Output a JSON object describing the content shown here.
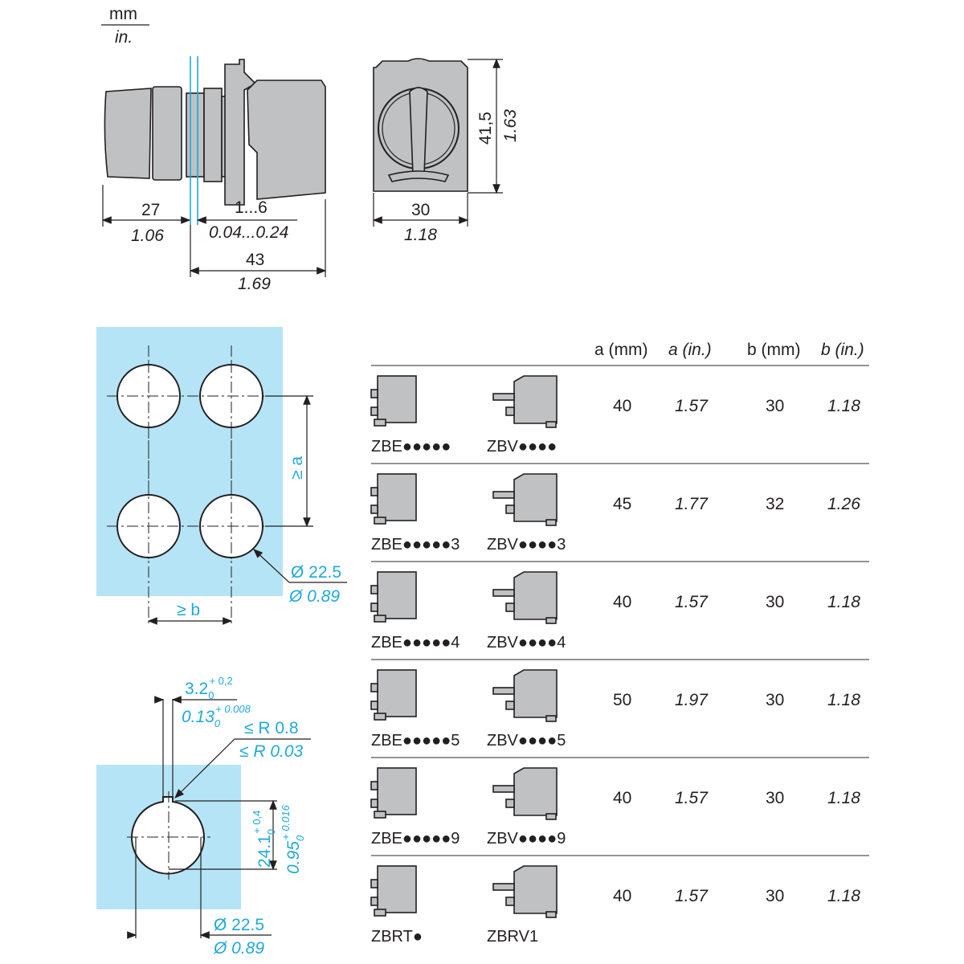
{
  "units": {
    "mm": "mm",
    "in": "in."
  },
  "side_view": {
    "dim_27": "27",
    "dim_27_in": "1.06",
    "dim_panel": "1...6",
    "dim_panel_in": "0.04...0.24",
    "dim_43": "43",
    "dim_43_in": "1.69"
  },
  "front_view": {
    "dim_30": "30",
    "dim_30_in": "1.18",
    "dim_415": "41,5",
    "dim_415_in": "1.63"
  },
  "panel_layout": {
    "a_label": "≥ a",
    "b_label": "≥ b",
    "dia_mm": "Ø 22.5",
    "dia_in": "Ø 0.89"
  },
  "cutout": {
    "key_mm": "3.2",
    "key_mm_sub": "0",
    "key_mm_sup": "+ 0,2",
    "key_in": "0.13",
    "key_in_sub": "0",
    "key_in_sup": "+ 0.008",
    "radius_mm": "≤ R 0.8",
    "radius_in": "≤ R 0.03",
    "height_mm": "24.1",
    "height_mm_sub": "0",
    "height_mm_sup": "+ 0,4",
    "height_in": "0.95",
    "height_in_sub": "0",
    "height_in_sup": "+ 0.016",
    "dia_mm": "Ø 22.5",
    "dia_in": "Ø 0.89"
  },
  "table": {
    "headers": [
      "a (mm)",
      "a (in.)",
      "b (mm)",
      "b (in.)"
    ],
    "rows": [
      {
        "ref1": "ZBE●●●●●",
        "ref2": "ZBV●●●●",
        "a_mm": "40",
        "a_in": "1.57",
        "b_mm": "30",
        "b_in": "1.18"
      },
      {
        "ref1": "ZBE●●●●●3",
        "ref2": "ZBV●●●●3",
        "a_mm": "45",
        "a_in": "1.77",
        "b_mm": "32",
        "b_in": "1.26"
      },
      {
        "ref1": "ZBE●●●●●4",
        "ref2": "ZBV●●●●4",
        "a_mm": "40",
        "a_in": "1.57",
        "b_mm": "30",
        "b_in": "1.18"
      },
      {
        "ref1": "ZBE●●●●●5",
        "ref2": "ZBV●●●●5",
        "a_mm": "50",
        "a_in": "1.97",
        "b_mm": "30",
        "b_in": "1.18"
      },
      {
        "ref1": "ZBE●●●●●9",
        "ref2": "ZBV●●●●9",
        "a_mm": "40",
        "a_in": "1.57",
        "b_mm": "30",
        "b_in": "1.18"
      },
      {
        "ref1": "ZBRT●",
        "ref2": "ZBRV1",
        "a_mm": "40",
        "a_in": "1.57",
        "b_mm": "30",
        "b_in": "1.18"
      }
    ]
  },
  "colors": {
    "dimension": "#1fa9dc",
    "panel_fill": "#b5e4f6",
    "part_fill": "#bfc1c3"
  }
}
